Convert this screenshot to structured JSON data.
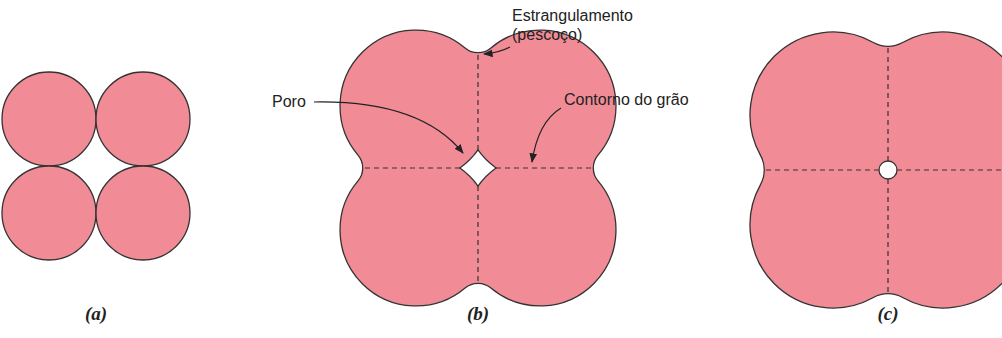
{
  "diagram": {
    "labels": [
      "Estrangulamento (pescoço)",
      "Poro",
      "Contorno do grão",
      "(a)",
      "(b)",
      "(c)"
    ]
  }
}
